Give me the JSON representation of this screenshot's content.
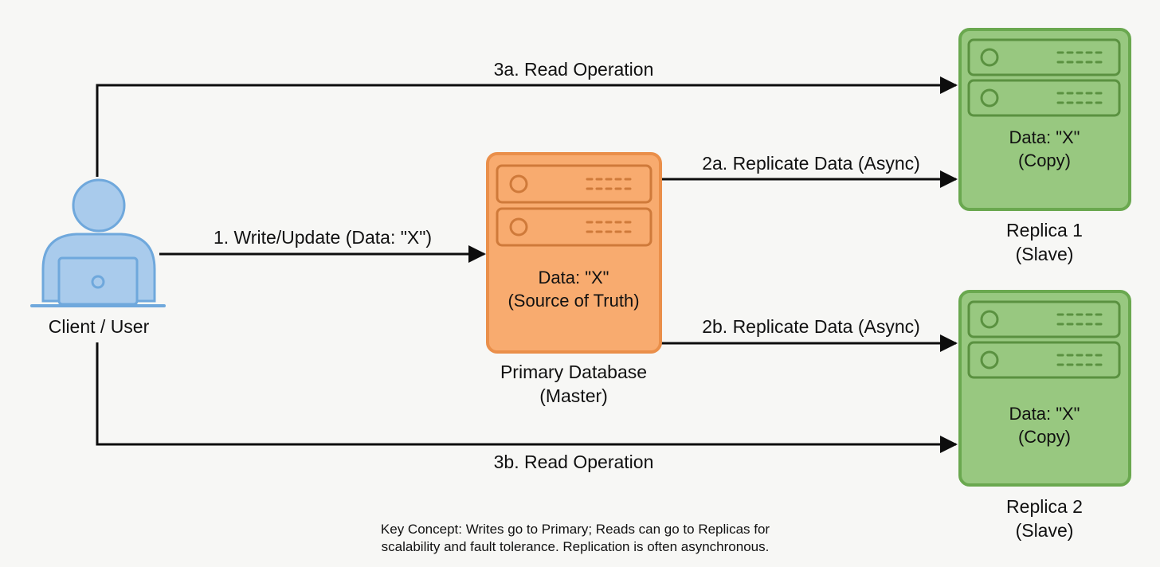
{
  "client": {
    "label": "Client / User",
    "icon": "user-laptop-icon",
    "color": "#6fa8dc"
  },
  "primary": {
    "data_line": "Data: \"X\"",
    "role_line": "(Source of Truth)",
    "title": "Primary Database",
    "subtitle": "(Master)",
    "icon": "server-rack-icon",
    "color": "#f6a96b"
  },
  "replica1": {
    "data_line": "Data: \"X\"",
    "role_line": "(Copy)",
    "title": "Replica 1",
    "subtitle": "(Slave)",
    "icon": "server-rack-icon",
    "color": "#93c47d"
  },
  "replica2": {
    "data_line": "Data: \"X\"",
    "role_line": "(Copy)",
    "title": "Replica 2",
    "subtitle": "(Slave)",
    "icon": "server-rack-icon",
    "color": "#93c47d"
  },
  "edges": {
    "write": "1. Write/Update (Data: \"X\")",
    "replicate_a": "2a. Replicate Data (Async)",
    "replicate_b": "2b. Replicate Data (Async)",
    "read_a": "3a. Read Operation",
    "read_b": "3b. Read Operation"
  },
  "note": {
    "line1": "Key Concept: Writes go to Primary; Reads can go to Replicas for",
    "line2": "scalability and fault tolerance. Replication is often asynchronous."
  }
}
